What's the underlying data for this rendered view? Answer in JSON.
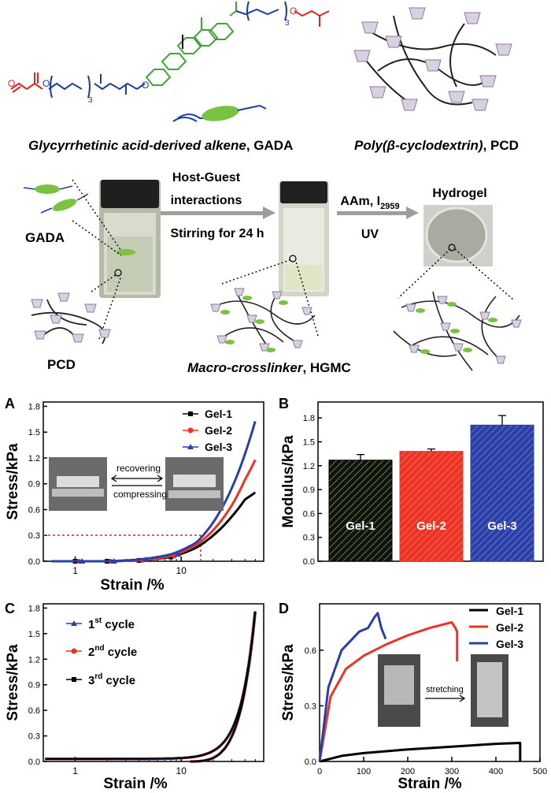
{
  "top": {
    "gada_caption_italic": "Glycyrrhetinic acid-derived alkene",
    "gada_caption_plain": ", GADA",
    "pcd_caption_italic": "Poly(β-cyclodextrin)",
    "pcd_caption_plain": ", PCD",
    "chem_labels": {
      "o": "O",
      "sub3": "3"
    }
  },
  "middle": {
    "gada_label": "GADA",
    "pcd_label": "PCD",
    "arrow1_line1": "Host-Guest",
    "arrow1_line2": "interactions",
    "arrow1_line3": "Stirring for 24 h",
    "arrow2_line1": "AAm, I",
    "arrow2_sub": "2959",
    "arrow2_line2": "UV",
    "hydrogel_label": "Hydrogel",
    "hgmc_caption_italic": "Macro-crosslinker",
    "hgmc_caption_plain": ", HGMC"
  },
  "colors": {
    "gel1": "#000000",
    "gel2": "#ee3324",
    "gel3": "#2b3fa8",
    "green": "#7cc242",
    "blue_chem": "#1d3f9c",
    "red_chem": "#e3261c",
    "green_chem": "#3fa535"
  },
  "chart_data": [
    {
      "panel": "A",
      "type": "scatter",
      "xlabel": "Strain /%",
      "ylabel": "Stress/kPa",
      "xscale": "log",
      "xticks": [
        "1",
        "10"
      ],
      "yticks": [
        "0.0",
        "0.3",
        "0.6",
        "0.9",
        "1.2",
        "1.5",
        "1.8"
      ],
      "ylim": [
        0,
        1.85
      ],
      "legend": [
        "Gel-1",
        "Gel-2",
        "Gel-3"
      ],
      "inset_labels": {
        "top": "recovering",
        "bottom": "compressing"
      },
      "series": [
        {
          "name": "Gel-1",
          "x": [
            1,
            2,
            4,
            8,
            14,
            20,
            30,
            40,
            50
          ],
          "y": [
            0,
            0,
            0.01,
            0.05,
            0.16,
            0.3,
            0.52,
            0.72,
            0.8
          ]
        },
        {
          "name": "Gel-2",
          "x": [
            1,
            2,
            4,
            8,
            14,
            20,
            30,
            40,
            50
          ],
          "y": [
            0,
            0,
            0.01,
            0.06,
            0.19,
            0.36,
            0.65,
            0.95,
            1.18
          ]
        },
        {
          "name": "Gel-3",
          "x": [
            1,
            2,
            4,
            8,
            14,
            20,
            30,
            40,
            50
          ],
          "y": [
            0,
            0,
            0.02,
            0.08,
            0.22,
            0.45,
            0.85,
            1.25,
            1.63
          ]
        }
      ]
    },
    {
      "panel": "B",
      "type": "bar",
      "ylabel": "Modulus/kPa",
      "yticks": [
        "0.0",
        "0.3",
        "0.6",
        "0.9",
        "1.2",
        "1.5",
        "1.8"
      ],
      "ylim": [
        0,
        2.0
      ],
      "categories": [
        "Gel-1",
        "Gel-2",
        "Gel-3"
      ],
      "values": [
        1.27,
        1.38,
        1.71
      ],
      "errors": [
        0.07,
        0.03,
        0.12
      ]
    },
    {
      "panel": "C",
      "type": "scatter",
      "xlabel": "Strain /%",
      "ylabel": "Stress/kPa",
      "xscale": "log",
      "xticks": [
        "1",
        "10"
      ],
      "yticks": [
        "0.0",
        "0.3",
        "0.6",
        "0.9",
        "1.2",
        "1.5",
        "1.8"
      ],
      "ylim": [
        0,
        1.85
      ],
      "legend": [
        {
          "base": "1",
          "sup": "st",
          "rest": " cycle"
        },
        {
          "base": "2",
          "sup": "nd",
          "rest": " cycle"
        },
        {
          "base": "3",
          "sup": "rd",
          "rest": " cycle"
        }
      ]
    },
    {
      "panel": "D",
      "type": "line",
      "xlabel": "Strain /%",
      "ylabel": "Stress/kPa",
      "xticks": [
        "0",
        "100",
        "200",
        "300",
        "400",
        "500"
      ],
      "yticks": [
        "0.0",
        "0.3",
        "0.6"
      ],
      "xlim": [
        0,
        500
      ],
      "ylim": [
        0,
        0.85
      ],
      "inset_label": "stretching",
      "legend": [
        "Gel-1",
        "Gel-2",
        "Gel-3"
      ],
      "series": [
        {
          "name": "Gel-1",
          "x": [
            0,
            50,
            100,
            200,
            300,
            400,
            455,
            455
          ],
          "y": [
            0,
            0.03,
            0.045,
            0.065,
            0.08,
            0.095,
            0.1,
            0
          ]
        },
        {
          "name": "Gel-2",
          "x": [
            0,
            25,
            60,
            100,
            150,
            200,
            250,
            300,
            308,
            312,
            312
          ],
          "y": [
            0,
            0.35,
            0.5,
            0.57,
            0.63,
            0.68,
            0.72,
            0.75,
            0.72,
            0.7,
            0.54
          ]
        },
        {
          "name": "Gel-3",
          "x": [
            0,
            20,
            50,
            90,
            110,
            125,
            132,
            140,
            150
          ],
          "y": [
            0,
            0.4,
            0.6,
            0.7,
            0.72,
            0.78,
            0.8,
            0.72,
            0.66
          ]
        }
      ]
    }
  ]
}
